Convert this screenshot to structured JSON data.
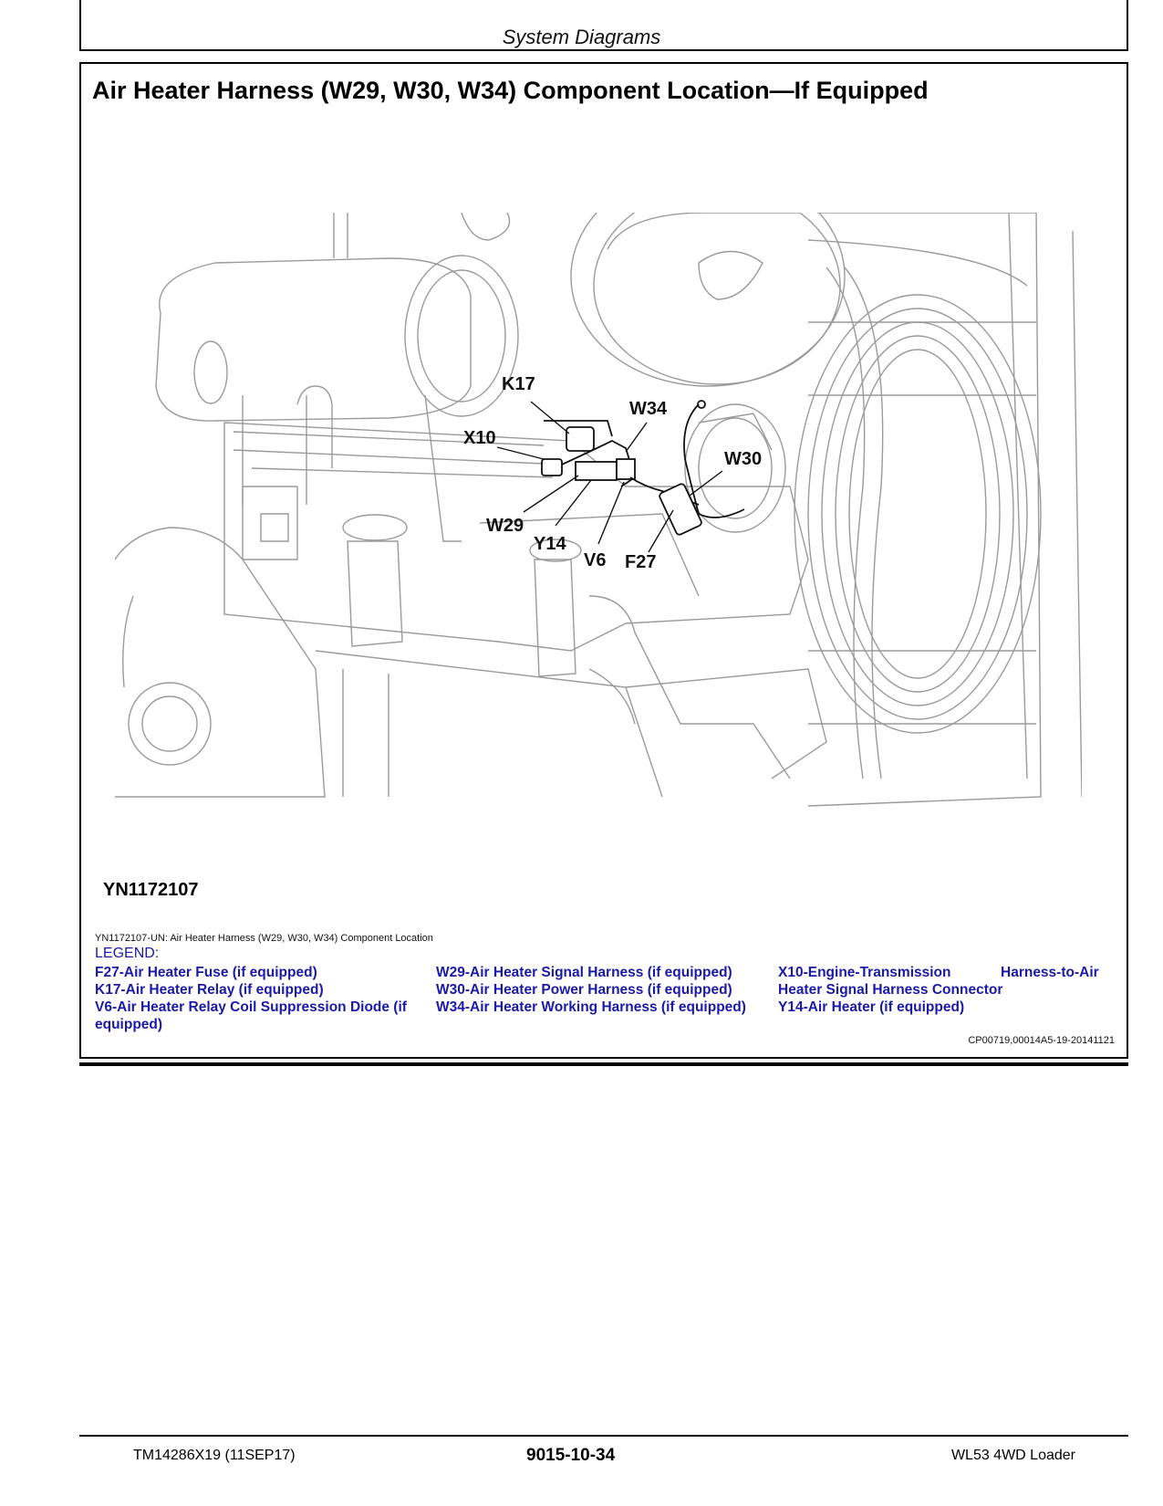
{
  "header": {
    "section_title": "System Diagrams"
  },
  "title": "Air Heater Harness (W29, W30, W34) Component Location—If Equipped",
  "figure": {
    "id": "YN1172107",
    "callouts": {
      "k17": "K17",
      "w34": "W34",
      "x10": "X10",
      "w30": "W30",
      "w29": "W29",
      "y14": "Y14",
      "v6": "V6",
      "f27": "F27"
    },
    "caption": "YN1172107-UN: Air Heater Harness (W29, W30, W34) Component Location"
  },
  "legend": {
    "heading": "LEGEND:",
    "col1": [
      "F27-Air Heater Fuse (if equipped)",
      "K17-Air Heater Relay (if equipped)",
      "V6-Air Heater Relay Coil Suppression Diode (if",
      "equipped)"
    ],
    "col2": [
      "W29-Air Heater Signal Harness (if equipped)",
      "W30-Air Heater Power Harness (if equipped)",
      "W34-Air Heater Working Harness (if equipped)"
    ],
    "col3": [
      "X10-Engine-Transmission",
      "Harness-to-Air",
      "Heater Signal Harness Connector",
      "Y14-Air Heater (if equipped)"
    ]
  },
  "doc_ref": "CP00719,00014A5-19-20141121",
  "footer": {
    "left": "TM14286X19 (11SEP17)",
    "center": "9015-10-34",
    "right": "WL53 4WD Loader"
  },
  "colors": {
    "legend_blue": "#1a1aa6"
  }
}
